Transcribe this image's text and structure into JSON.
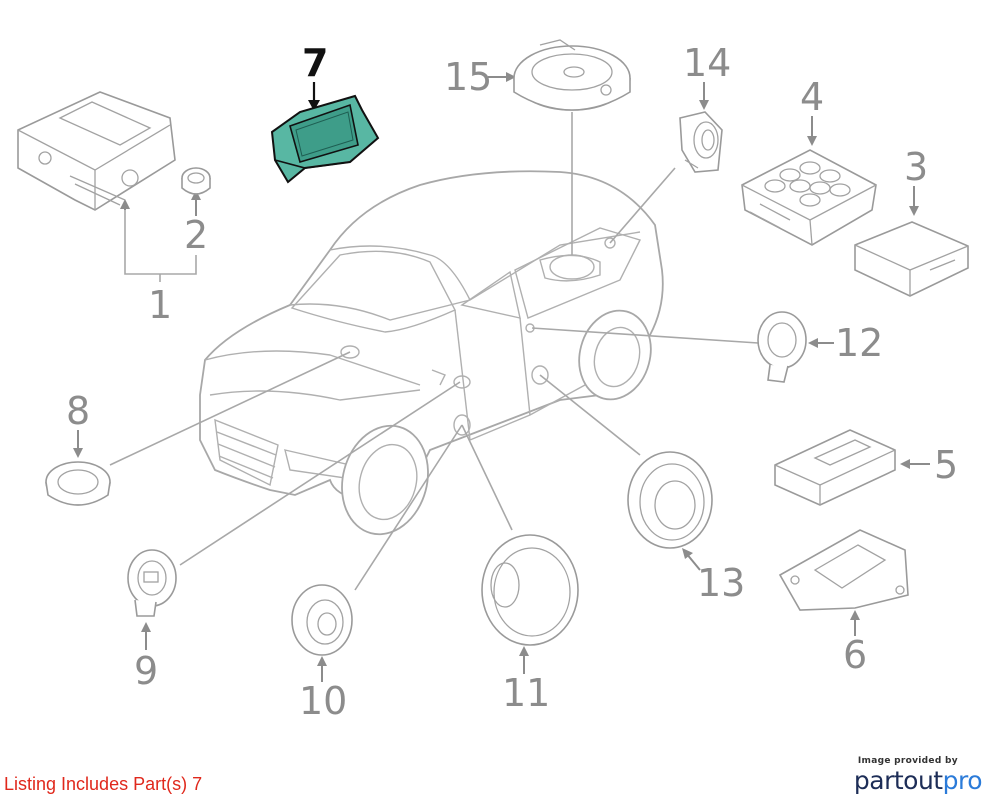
{
  "diagram": {
    "labels": {
      "p1": "1",
      "p2": "2",
      "p3": "3",
      "p4": "4",
      "p5": "5",
      "p6": "6",
      "p7": "7",
      "p8": "8",
      "p9": "9",
      "p10": "10",
      "p11": "11",
      "p12": "12",
      "p13": "13",
      "p14": "14",
      "p15": "15"
    },
    "highlighted_part": "7",
    "colors": {
      "highlight_fill": "#58b7a3",
      "line": "#a8a8a8",
      "label": "#8c8c8c"
    }
  },
  "footer": {
    "listing_note": "Listing Includes Part(s) 7"
  },
  "credit": {
    "provided_by": "Image provided by",
    "brand_prefix": "partout",
    "brand_suffix": "pro"
  }
}
